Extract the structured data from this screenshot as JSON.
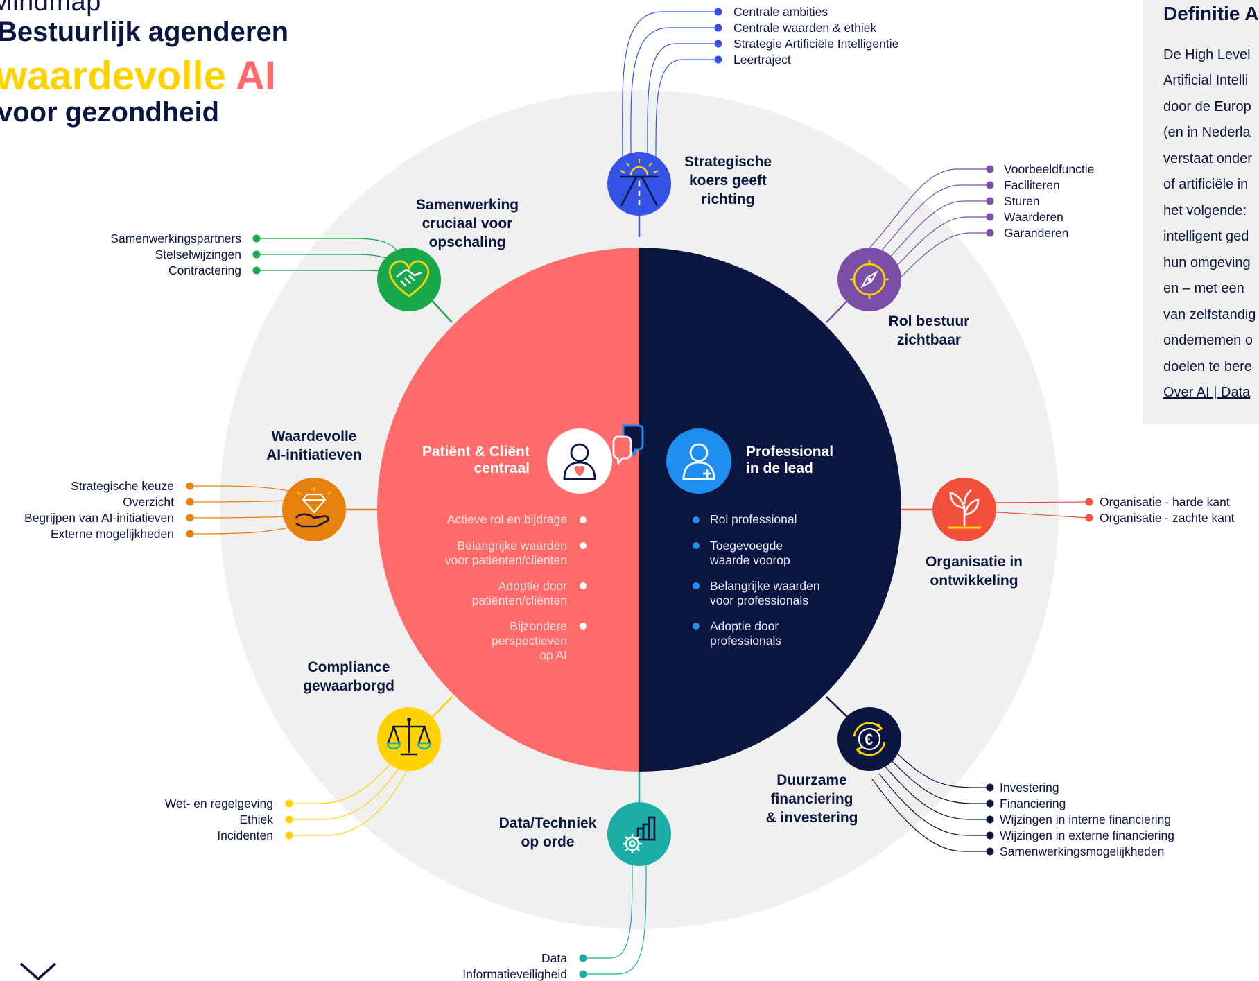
{
  "title": {
    "line1": "Mindmap",
    "line2": "Bestuurlijk agenderen",
    "line3_part1": "waardevolle",
    "line3_part2": "AI",
    "line4": "voor gezondheid"
  },
  "definition": {
    "title": "Definitie A",
    "lines": [
      "De High Level",
      "Artificial Intelli",
      "door de Europ",
      "(en in Nederla",
      "verstaat onder",
      "of artificiële in",
      "het volgende:",
      "intelligent ged",
      "hun omgeving",
      "en – met een",
      "van zelfstandig",
      "ondernemen o",
      "doelen te bere"
    ],
    "link": "Over AI | Data"
  },
  "center": {
    "left_title_1": "Patiënt & Cliënt",
    "left_title_2": "centraal",
    "right_title_1": "Professional",
    "right_title_2": "in de lead",
    "left_items": [
      [
        "Actieve rol en bijdrage"
      ],
      [
        "Belangrijke waarden",
        "voor patiënten/cliënten"
      ],
      [
        "Adoptie door",
        "patiënten/cliënten"
      ],
      [
        "Bijzondere",
        "perspectieven",
        "op AI"
      ]
    ],
    "right_items": [
      [
        "Rol professional"
      ],
      [
        "Toegevoegde",
        "waarde voorop"
      ],
      [
        "Belangrijke waarden",
        "voor professionals"
      ],
      [
        "Adoptie door",
        "professionals"
      ]
    ]
  },
  "branches": {
    "strategie": {
      "title": [
        "Strategische",
        "koers geeft",
        "richting"
      ],
      "items": [
        "Centrale ambities",
        "Centrale waarden & ethiek",
        "Strategie Artificiële Intelligentie",
        "Leertraject"
      ]
    },
    "bestuur": {
      "title": [
        "Rol bestuur",
        "zichtbaar"
      ],
      "items": [
        "Voorbeeldfunctie",
        "Faciliteren",
        "Sturen",
        "Waarderen",
        "Garanderen"
      ]
    },
    "organisatie": {
      "title": [
        "Organisatie in",
        "ontwikkeling"
      ],
      "items": [
        "Organisatie - harde kant",
        "Organisatie - zachte kant"
      ]
    },
    "financiering": {
      "title": [
        "Duurzame",
        "financiering",
        "& investering"
      ],
      "items": [
        "Investering",
        "Financiering",
        "Wijzingen in interne financiering",
        "Wijzingen in externe financiering",
        "Samenwerkingsmogelijkheden"
      ]
    },
    "data": {
      "title": [
        "Data/Techniek",
        "op orde"
      ],
      "items": [
        "Data",
        "Informatieveiligheid"
      ]
    },
    "compliance": {
      "title": [
        "Compliance",
        "gewaarborgd"
      ],
      "items": [
        "Wet- en regelgeving",
        "Ethiek",
        "Incidenten"
      ]
    },
    "initiatieven": {
      "title": [
        "Waardevolle",
        "AI-initiatieven"
      ],
      "items": [
        "Strategische keuze",
        "Overzicht",
        "Begrijpen van AI-initiatieven",
        "Externe mogelijkheden"
      ]
    },
    "samenwerking": {
      "title": [
        "Samenwerking",
        "cruciaal voor",
        "opschaling"
      ],
      "items": [
        "Samenwerkingspartners",
        "Stelselwijzingen",
        "Contractering"
      ]
    }
  },
  "colors": {
    "navy": "#0a1640",
    "coral": "#ff6b6b",
    "ring": "#f0f0f0",
    "blue": "#3553e6",
    "purple": "#7b4fa8",
    "red_orange": "#f2503a",
    "teal": "#1aaea6",
    "yellow": "#ffd200",
    "orange": "#e8800e",
    "green": "#18a84b",
    "light_blue": "#1e8ff0"
  },
  "icons": {
    "strategie": "road-sun-icon",
    "bestuur": "compass-icon",
    "organisatie": "sprout-icon",
    "financiering": "euro-cycle-icon",
    "data": "gear-chart-icon",
    "compliance": "scales-icon",
    "initiatieven": "diamond-hand-icon",
    "samenwerking": "handshake-heart-icon",
    "patient": "patient-heart-icon",
    "professional": "professional-plus-icon",
    "chat": "chat-bubbles-icon",
    "scroll": "chevron-down-icon"
  }
}
